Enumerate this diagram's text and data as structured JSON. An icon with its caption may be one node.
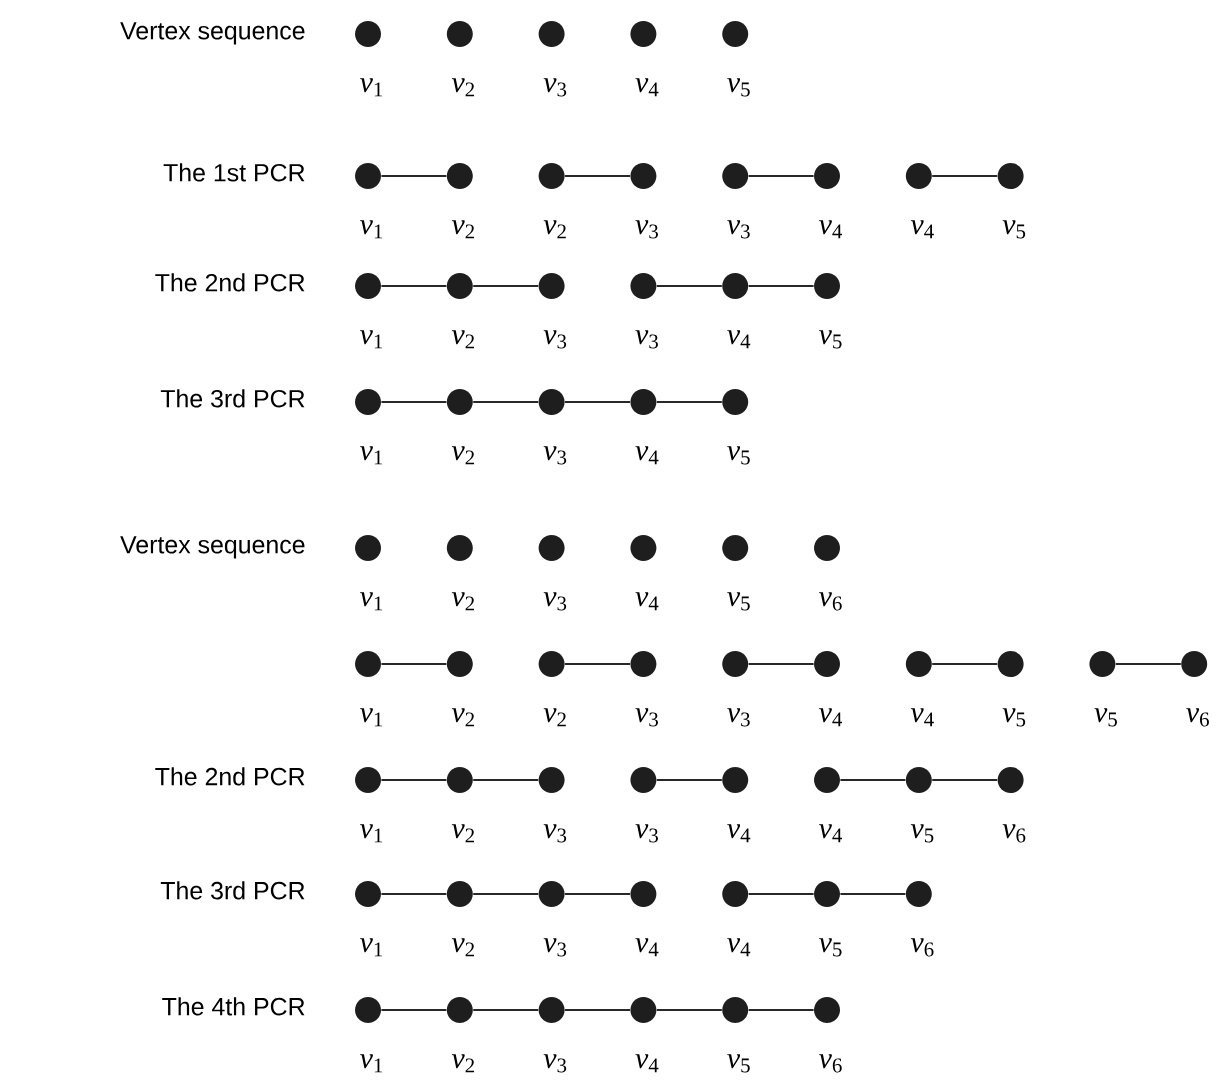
{
  "diagram": {
    "nodes": [
      {
        "text": [],
        "shape": "circle",
        "beside": [
          "*v*$_{1}$"
        ]
      },
      {
        "text": [],
        "shape": "circle",
        "beside": [
          "*v*$_{2}$"
        ]
      },
      {
        "text": [],
        "shape": "circle",
        "beside": [
          "*v*$_{3}$"
        ]
      },
      {
        "text": [],
        "shape": "circle",
        "beside": [
          "*v*$_{4}$"
        ]
      },
      {
        "text": [],
        "shape": "circle",
        "beside": [
          "*v*$_{5}$"
        ]
      },
      {
        "text": [],
        "shape": "circle",
        "beside": [
          "*v*$_{1}$"
        ]
      },
      {
        "text": [],
        "shape": "circle",
        "beside": [
          "*v*$_{2}$"
        ]
      },
      {
        "text": [],
        "shape": "circle",
        "beside": [
          "*v*$_{2}$"
        ]
      },
      {
        "text": [],
        "shape": "circle",
        "beside": [
          "*v*$_{3}$"
        ]
      },
      {
        "text": [],
        "shape": "circle",
        "beside": [
          "*v*$_{3}$"
        ]
      },
      {
        "text": [],
        "shape": "circle",
        "beside": [
          "*v*$_{4}$"
        ]
      },
      {
        "text": [],
        "shape": "circle",
        "beside": [
          "*v*$_{4}$"
        ]
      },
      {
        "text": [],
        "shape": "circle",
        "beside": [
          "*v*$_{5}$"
        ]
      },
      {
        "text": [],
        "shape": "circle",
        "beside": [
          "*v*$_{1}$"
        ]
      },
      {
        "text": [],
        "shape": "circle",
        "beside": [
          "*v*$_{2}$"
        ]
      },
      {
        "text": [],
        "shape": "circle",
        "beside": [
          "*v*$_{3}$"
        ]
      },
      {
        "text": [],
        "shape": "circle",
        "beside": [
          "*v*$_{3}$"
        ]
      },
      {
        "text": [],
        "shape": "circle",
        "beside": [
          "*v*$_{4}$"
        ]
      },
      {
        "text": [],
        "shape": "circle",
        "beside": [
          "*v*$_{5}$"
        ]
      },
      {
        "text": [],
        "shape": "circle",
        "beside": [
          "*v*$_{1}$"
        ]
      },
      {
        "text": [],
        "shape": "circle",
        "beside": [
          "*v*$_{2}$"
        ]
      },
      {
        "text": [],
        "shape": "circle",
        "beside": [
          "*v*$_{3}$"
        ]
      },
      {
        "text": [],
        "shape": "circle",
        "beside": [
          "*v*$_{4}$"
        ]
      },
      {
        "text": [],
        "shape": "circle",
        "beside": [
          "*v*$_{5}$"
        ]
      },
      {
        "text": [],
        "shape": "circle",
        "beside": [
          "*v*$_{1}$"
        ]
      },
      {
        "text": [],
        "shape": "circle",
        "beside": [
          "*v*$_{2}$"
        ]
      },
      {
        "text": [],
        "shape": "circle",
        "beside": [
          "*v*$_{3}$"
        ]
      },
      {
        "text": [],
        "shape": "circle",
        "beside": [
          "*v*$_{4}$"
        ]
      },
      {
        "text": [],
        "shape": "circle",
        "beside": [
          "*v*$_{5}$"
        ]
      },
      {
        "text": [],
        "shape": "circle",
        "beside": [
          "*v*$_{6}$"
        ]
      },
      {
        "text": [],
        "shape": "circle",
        "beside": [
          "*v*$_{1}$"
        ]
      },
      {
        "text": [],
        "shape": "circle",
        "beside": [
          "*v*$_{2}$"
        ]
      },
      {
        "text": [],
        "shape": "circle",
        "beside": [
          "*v*$_{2}$"
        ]
      },
      {
        "text": [],
        "shape": "circle",
        "beside": [
          "*v*$_{3}$"
        ]
      },
      {
        "text": [],
        "shape": "circle",
        "beside": [
          "*v*$_{3}$"
        ]
      },
      {
        "text": [],
        "shape": "circle",
        "beside": [
          "*v*$_{4}$"
        ]
      },
      {
        "text": [],
        "shape": "circle",
        "beside": [
          "*v*$_{4}$"
        ]
      },
      {
        "text": [],
        "shape": "circle",
        "beside": [
          "*v*$_{5}$"
        ]
      },
      {
        "text": [],
        "shape": "circle",
        "beside": [
          "*v*$_{5}$"
        ]
      },
      {
        "text": [],
        "shape": "circle",
        "beside": [
          "*v*$_{6}$"
        ]
      },
      {
        "text": [],
        "shape": "circle",
        "beside": [
          "*v*$_{1}$"
        ]
      },
      {
        "text": [],
        "shape": "circle",
        "beside": [
          "*v*$_{2}$"
        ]
      },
      {
        "text": [],
        "shape": "circle",
        "beside": [
          "*v*$_{3}$"
        ]
      },
      {
        "text": [],
        "shape": "circle",
        "beside": [
          "*v*$_{3}$"
        ]
      },
      {
        "text": [],
        "shape": "circle",
        "beside": [
          "*v*$_{4}$"
        ]
      },
      {
        "text": [],
        "shape": "circle",
        "beside": [
          "*v*$_{4}$"
        ]
      },
      {
        "text": [],
        "shape": "circle",
        "beside": [
          "*v*$_{5}$"
        ]
      },
      {
        "text": [],
        "shape": "circle",
        "beside": [
          "*v*$_{6}$"
        ]
      },
      {
        "text": [],
        "shape": "circle",
        "beside": [
          "*v*$_{1}$"
        ]
      },
      {
        "text": [],
        "shape": "circle",
        "beside": [
          "*v*$_{2}$"
        ]
      },
      {
        "text": [],
        "shape": "circle",
        "beside": [
          "*v*$_{3}$"
        ]
      },
      {
        "text": [],
        "shape": "circle",
        "beside": [
          "*v*$_{4}$"
        ]
      },
      {
        "text": [],
        "shape": "circle",
        "beside": [
          "*v*$_{4}$"
        ]
      },
      {
        "text": [],
        "shape": "circle",
        "beside": [
          "*v*$_{5}$"
        ]
      },
      {
        "text": [],
        "shape": "circle",
        "beside": [
          "*v*$_{6}$"
        ]
      },
      {
        "text": [],
        "shape": "circle",
        "beside": [
          "*v*$_{1}$"
        ]
      },
      {
        "text": [],
        "shape": "circle",
        "beside": [
          "*v*$_{2}$"
        ]
      },
      {
        "text": [],
        "shape": "circle",
        "beside": [
          "*v*$_{3}$"
        ]
      },
      {
        "text": [],
        "shape": "circle",
        "beside": [
          "*v*$_{4}$"
        ]
      },
      {
        "text": [],
        "shape": "circle",
        "beside": [
          "*v*$_{5}$"
        ]
      },
      {
        "text": [],
        "shape": "circle",
        "beside": [
          "*v*$_{6}$"
        ]
      }
    ],
    "edges": [
      {
        "from": 5,
        "to": 6,
        "arrow": "none"
      },
      {
        "from": 7,
        "to": 8,
        "arrow": "none"
      },
      {
        "from": 9,
        "to": 10,
        "arrow": "none"
      },
      {
        "from": 11,
        "to": 12,
        "arrow": "none"
      },
      {
        "from": 13,
        "to": 14,
        "arrow": "none"
      },
      {
        "from": 14,
        "to": 15,
        "arrow": "none"
      },
      {
        "from": 16,
        "to": 17,
        "arrow": "none"
      },
      {
        "from": 17,
        "to": 18,
        "arrow": "none"
      },
      {
        "from": 19,
        "to": 20,
        "arrow": "none"
      },
      {
        "from": 20,
        "to": 21,
        "arrow": "none"
      },
      {
        "from": 21,
        "to": 22,
        "arrow": "none"
      },
      {
        "from": 22,
        "to": 23,
        "arrow": "none"
      },
      {
        "from": 30,
        "to": 31,
        "arrow": "none"
      },
      {
        "from": 32,
        "to": 33,
        "arrow": "none"
      },
      {
        "from": 34,
        "to": 35,
        "arrow": "none"
      },
      {
        "from": 36,
        "to": 37,
        "arrow": "none"
      },
      {
        "from": 38,
        "to": 39,
        "arrow": "none"
      },
      {
        "from": 40,
        "to": 41,
        "arrow": "none"
      },
      {
        "from": 41,
        "to": 42,
        "arrow": "none"
      },
      {
        "from": 43,
        "to": 44,
        "arrow": "none"
      },
      {
        "from": 45,
        "to": 46,
        "arrow": "none"
      },
      {
        "from": 46,
        "to": 47,
        "arrow": "none"
      },
      {
        "from": 48,
        "to": 49,
        "arrow": "none"
      },
      {
        "from": 49,
        "to": 50,
        "arrow": "none"
      },
      {
        "from": 50,
        "to": 51,
        "arrow": "none"
      },
      {
        "from": 52,
        "to": 53,
        "arrow": "none"
      },
      {
        "from": 53,
        "to": 54,
        "arrow": "none"
      },
      {
        "from": 55,
        "to": 56,
        "arrow": "none"
      },
      {
        "from": 56,
        "to": 57,
        "arrow": "none"
      },
      {
        "from": 57,
        "to": 58,
        "arrow": "none"
      },
      {
        "from": 58,
        "to": 59,
        "arrow": "none"
      },
      {
        "from": 59,
        "to": 60,
        "arrow": "none"
      }
    ],
    "labels": [
      "Vertex sequence",
      "The 1st PCR",
      "The 2nd PCR",
      "The 3rd PCR",
      "Vertex sequence",
      "The 2nd PCR",
      "The 3rd PCR",
      "The 4th PCR"
    ]
  }
}
